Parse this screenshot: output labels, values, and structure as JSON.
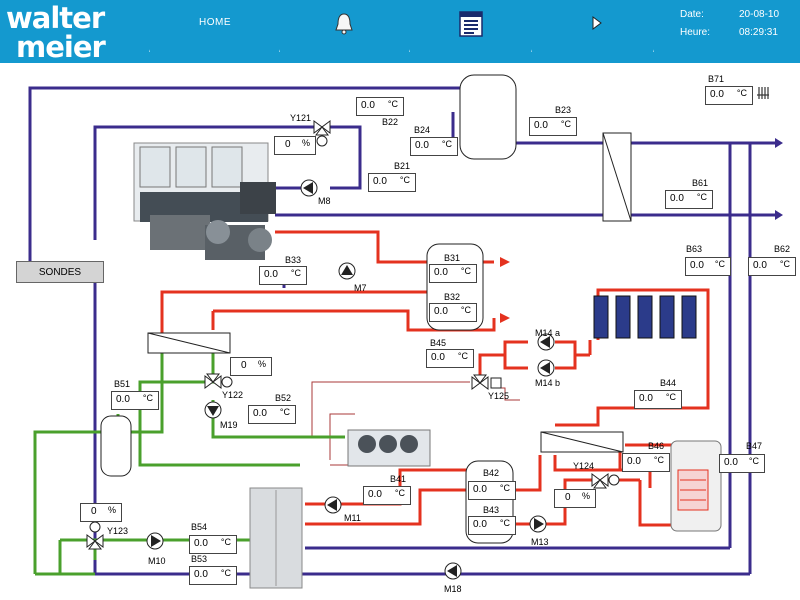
{
  "header": {
    "brand_line1": "walter",
    "brand_line2": "meier",
    "home_label": "HOME",
    "date_label": "Date:",
    "date_value": "20-08-10",
    "time_label": "Heure:",
    "time_value": "08:29:31",
    "alarm_icon": "bell-icon",
    "report_icon": "report-list-icon",
    "next_icon": "next-arrow-icon"
  },
  "colors": {
    "header_bg": "#1499cf",
    "line_blue": "#3b2c8c",
    "line_red": "#e4321f",
    "line_green": "#4aa02c",
    "line_thin_red": "#a93a3a"
  },
  "sondes_label": "SONDES",
  "sensors": {
    "b22": {
      "label": "B22",
      "value": "0.0",
      "unit": "°C"
    },
    "b21": {
      "label": "B21",
      "value": "0.0",
      "unit": "°C"
    },
    "b24": {
      "label": "B24",
      "value": "0.0",
      "unit": "°C"
    },
    "b23": {
      "label": "B23",
      "value": "0.0",
      "unit": "°C"
    },
    "b71": {
      "label": "B71",
      "value": "0.0",
      "unit": "°C"
    },
    "b61": {
      "label": "B61",
      "value": "0.0",
      "unit": "°C"
    },
    "b33": {
      "label": "B33",
      "value": "0.0",
      "unit": "°C"
    },
    "b31": {
      "label": "B31",
      "value": "0.0",
      "unit": "°C"
    },
    "b32": {
      "label": "B32",
      "value": "0.0",
      "unit": "°C"
    },
    "b63": {
      "label": "B63",
      "value": "0.0",
      "unit": "°C"
    },
    "b62": {
      "label": "B62",
      "value": "0.0",
      "unit": "°C"
    },
    "b45": {
      "label": "B45",
      "value": "0.0",
      "unit": "°C"
    },
    "b51": {
      "label": "B51",
      "value": "0.0",
      "unit": "°C"
    },
    "b52": {
      "label": "B52",
      "value": "0.0",
      "unit": "°C"
    },
    "b44": {
      "label": "B44",
      "value": "0.0",
      "unit": "°C"
    },
    "b46": {
      "label": "B46",
      "value": "0.0",
      "unit": "°C"
    },
    "b47": {
      "label": "B47",
      "value": "0.0",
      "unit": "°C"
    },
    "b41": {
      "label": "B41",
      "value": "0.0",
      "unit": "°C"
    },
    "b42": {
      "label": "B42",
      "value": "0.0",
      "unit": "°C"
    },
    "b43": {
      "label": "B43",
      "value": "0.0",
      "unit": "°C"
    },
    "b54": {
      "label": "B54",
      "value": "0.0",
      "unit": "°C"
    },
    "b53": {
      "label": "B53",
      "value": "0.0",
      "unit": "°C"
    }
  },
  "valves": {
    "y121": {
      "label": "Y121",
      "value": "0",
      "unit": "%"
    },
    "y122": {
      "label": "Y122",
      "value": "0",
      "unit": "%"
    },
    "y124": {
      "label": "Y124",
      "value": "0",
      "unit": "%"
    },
    "y123": {
      "label": "Y123",
      "value": "0",
      "unit": "%"
    },
    "y125": {
      "label": "Y125"
    }
  },
  "pumps": {
    "m8": "M8",
    "m7": "M7",
    "m14a": "M14 a",
    "m14b": "M14 b",
    "m19": "M19",
    "m11": "M11",
    "m13": "M13",
    "m10": "M10",
    "m18": "M18"
  }
}
